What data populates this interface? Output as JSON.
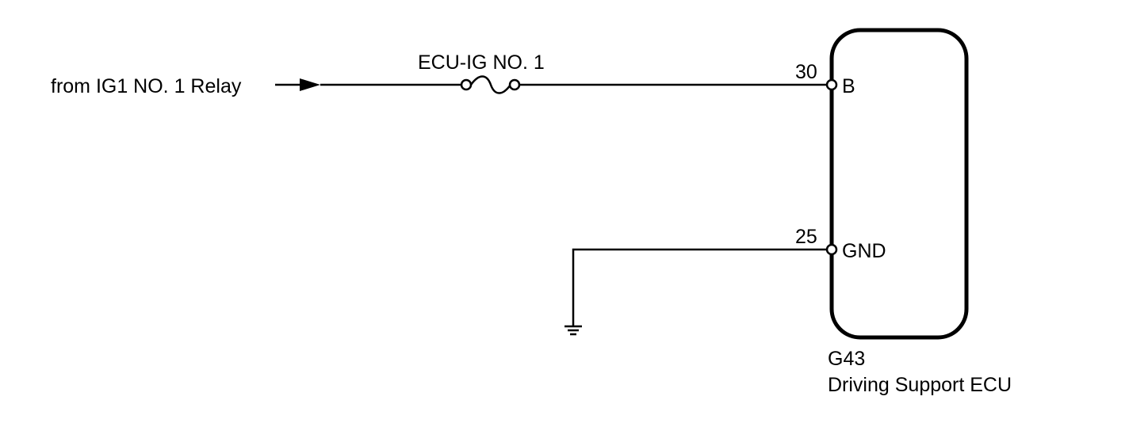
{
  "source": {
    "label": "from IG1 NO. 1 Relay"
  },
  "fuse": {
    "label": "ECU-IG NO. 1"
  },
  "ecu": {
    "connector": "G43",
    "name": "Driving Support ECU",
    "pins": [
      {
        "number": "30",
        "name": "B"
      },
      {
        "number": "25",
        "name": "GND"
      }
    ]
  },
  "icons": {
    "arrow": "arrow-right-icon",
    "fuse": "fuse-icon",
    "ground": "ground-icon"
  },
  "colors": {
    "line": "#000000",
    "background": "#ffffff"
  }
}
